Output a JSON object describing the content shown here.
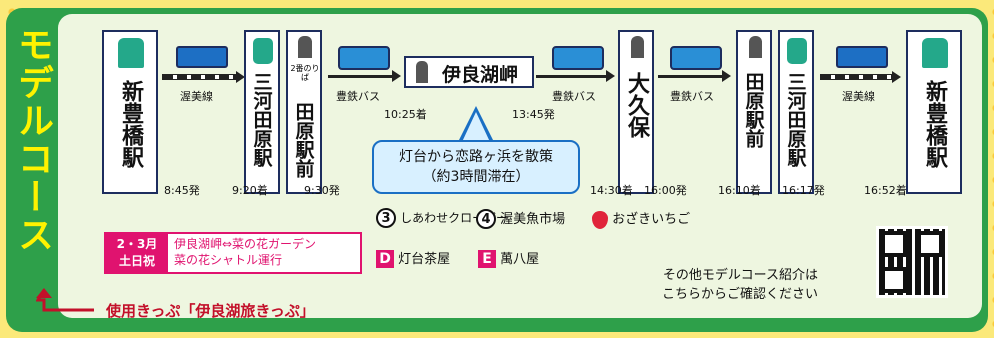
{
  "side_title": "モデルコース",
  "stations": [
    {
      "name": "新豊橋駅",
      "time": "8:45発"
    },
    {
      "name": "三河田原駅",
      "time": "9:20着"
    },
    {
      "name": "田原駅前",
      "sub": "2番のりば",
      "time": "9:30発"
    },
    {
      "name": "大久保",
      "time_arr": "14:30着",
      "time_dep": "16:00発"
    },
    {
      "name": "田原駅前",
      "time": "16:10着"
    },
    {
      "name": "三河田原駅",
      "time": "16:17発"
    },
    {
      "name": "新豊橋駅",
      "time": "16:52着"
    }
  ],
  "modes": {
    "rail": "渥美線",
    "bus": "豊鉄バス"
  },
  "ferry": {
    "label": "伊良湖岬",
    "arr": "10:25着",
    "dep": "13:45発"
  },
  "bubble": {
    "line1": "灯台から恋路ヶ浜を散策",
    "line2": "（約3時間滞在）"
  },
  "legend": {
    "item3": "しあわせクローバー",
    "item4": "渥美魚市場",
    "strawberry": "おざきいちご",
    "itemD": "灯台茶屋",
    "itemE": "萬八屋"
  },
  "pink": {
    "left1": "2・3月",
    "left2": "土日祝",
    "right1": "伊良湖岬⇔菜の花ガーデン",
    "right2": "菜の花シャトル運行"
  },
  "promo": {
    "line1": "その他モデルコース紹介は",
    "line2": "こちらからご確認ください"
  },
  "footer": "使用きっぷ「伊良湖旅きっぷ」",
  "colors": {
    "green": "#2ea04a",
    "yellow": "#fff200",
    "pink": "#e0136f",
    "red": "#c3102a"
  }
}
